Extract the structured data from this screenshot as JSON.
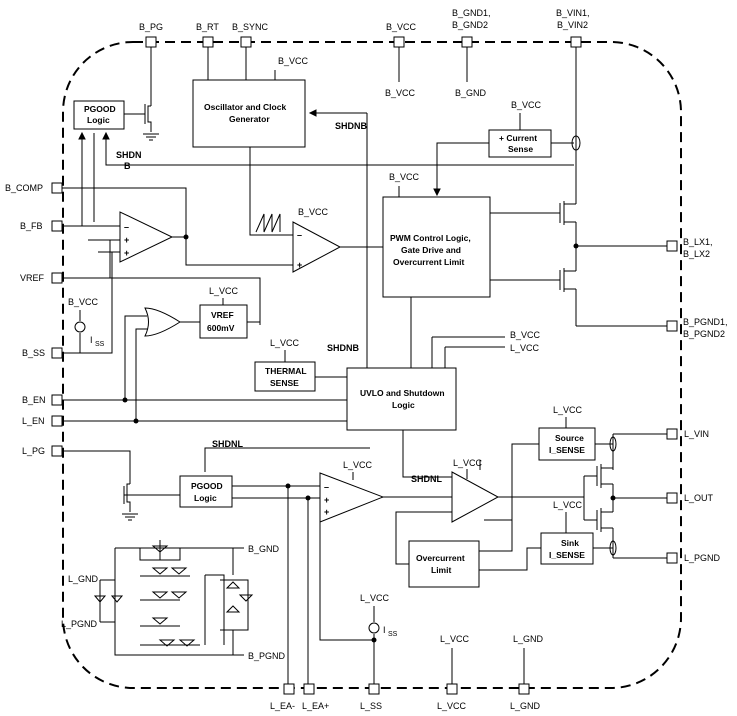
{
  "pins": {
    "b_pg": "B_PG",
    "b_rt": "B_RT",
    "b_sync": "B_SYNC",
    "b_vcc": "B_VCC",
    "b_gnd1": "B_GND1,",
    "b_gnd2": "B_GND2",
    "b_vin1": "B_VIN1,",
    "b_vin2": "B_VIN2",
    "b_comp": "B_COMP",
    "b_fb": "B_FB",
    "vref": "VREF",
    "b_ss": "B_SS",
    "b_en": "B_EN",
    "l_en": "L_EN",
    "l_pg": "L_PG",
    "b_lx1": "B_LX1,",
    "b_lx2": "B_LX2",
    "b_pgnd1": "B_PGND1,",
    "b_pgnd2": "B_PGND2",
    "l_vin": "L_VIN",
    "l_out": "L_OUT",
    "l_pgnd": "L_PGND",
    "l_ea_minus": "L_EA-",
    "l_ea_plus": "L_EA+",
    "l_ss": "L_SS",
    "l_vcc": "L_VCC",
    "l_gnd": "L_GND"
  },
  "blocks": {
    "pgood_b_1": "PGOOD",
    "pgood_b_2": "Logic",
    "osc_1": "Oscillator and Clock",
    "osc_2": "Generator",
    "current_sense_1": "+ Current",
    "current_sense_2": "Sense",
    "pwm_1": "PWM Control Logic,",
    "pwm_2": "Gate Drive and",
    "pwm_3": "Overcurrent Limit",
    "vref_1": "VREF",
    "vref_2": "600mV",
    "thermal_1": "THERMAL",
    "thermal_2": "SENSE",
    "uvlo_1": "UVLO and Shutdown",
    "uvlo_2": "Logic",
    "pgood_l_1": "PGOOD",
    "pgood_l_2": "Logic",
    "source_1": "Source",
    "source_2": "I_SENSE",
    "sink_1": "Sink",
    "sink_2": "I_SENSE",
    "overcurrent_1": "Overcurrent",
    "overcurrent_2": "Limit"
  },
  "labels": {
    "b_vcc": "B_VCC",
    "b_gnd": "B_GND",
    "l_vcc": "L_VCC",
    "shdnb": "SHDNB",
    "shdn": "SHDN",
    "b": "B",
    "shdnl": "SHDNL",
    "iss": "I",
    "iss_sub": "SS",
    "b_pgnd": "B_PGND",
    "l_gnd": "L_GND",
    "l_pgnd": "L_PGND",
    "minus": "–",
    "plus": "+"
  }
}
